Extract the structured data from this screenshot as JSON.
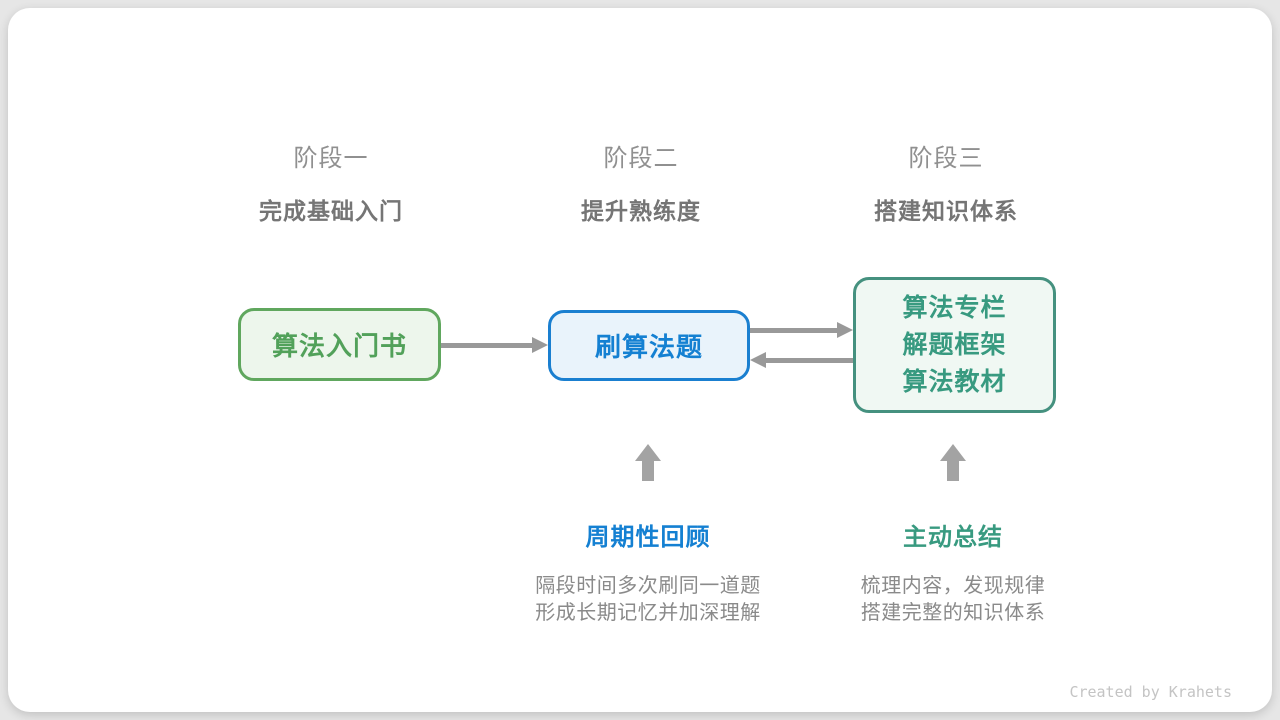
{
  "stages": [
    {
      "label": "阶段一",
      "subtitle": "完成基础入门"
    },
    {
      "label": "阶段二",
      "subtitle": "提升熟练度"
    },
    {
      "label": "阶段三",
      "subtitle": "搭建知识体系"
    }
  ],
  "nodes": [
    {
      "id": "intro-book",
      "lines": [
        "算法入门书"
      ],
      "text_color": "#52a15a",
      "border_color": "#60a75e",
      "bg_color": "#edf6ec"
    },
    {
      "id": "practice-problems",
      "lines": [
        "刷算法题"
      ],
      "text_color": "#1480d2",
      "border_color": "#1a7fd0",
      "bg_color": "#e9f3fb"
    },
    {
      "id": "knowledge-resources",
      "lines": [
        "算法专栏",
        "解题框架",
        "算法教材"
      ],
      "text_color": "#389a80",
      "border_color": "#45917f",
      "bg_color": "#f0f8f3"
    }
  ],
  "annotations": [
    {
      "title": "周期性回顾",
      "title_color": "#1480d2",
      "desc_line1": "隔段时间多次刷同一道题",
      "desc_line2": "形成长期记忆并加深理解"
    },
    {
      "title": "主动总结",
      "title_color": "#389a80",
      "desc_line1": "梳理内容，发现规律",
      "desc_line2": "搭建完整的知识体系"
    }
  ],
  "credit": "Created by Krahets",
  "colors": {
    "flow_arrow": "#999999",
    "up_arrow": "#a3a3a3",
    "stage_label": "#909090",
    "stage_subtitle": "#757575",
    "desc_text": "#8a8a8a",
    "credit_text": "#c4c4c4",
    "card_bg": "#ffffff",
    "outer_bg": "#e6e6e6"
  }
}
